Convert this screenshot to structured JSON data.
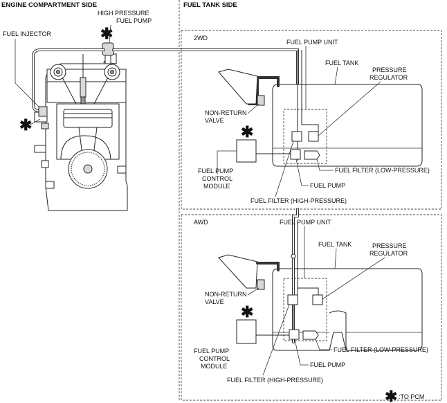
{
  "headers": {
    "engine_side": "ENGINE COMPARTMENT SIDE",
    "tank_side": "FUEL TANK SIDE"
  },
  "engine_labels": {
    "hp_pump_line1": "HIGH PRESSURE",
    "hp_pump_line2": "FUEL PUMP",
    "injector": "FUEL INJECTOR"
  },
  "panel_2wd": {
    "title": "2WD",
    "fuel_pump_unit": "FUEL PUMP UNIT",
    "fuel_tank": "FUEL TANK",
    "pressure_line1": "PRESSURE",
    "pressure_line2": "REGULATOR",
    "nrv_line1": "NON-RETURN",
    "nrv_line2": "VALVE",
    "ctrl_line1": "FUEL PUMP",
    "ctrl_line2": "CONTROL",
    "ctrl_line3": "MODULE",
    "filter_low": "FUEL FILTER (LOW-PRESSURE)",
    "fuel_pump": "FUEL PUMP",
    "filter_high": "FUEL FILTER (HIGH-PRESSURE)"
  },
  "panel_awd": {
    "title": "AWD",
    "fuel_pump_unit": "FUEL PUMP UNIT",
    "fuel_tank": "FUEL TANK",
    "pressure_line1": "PRESSURE",
    "pressure_line2": "REGULATOR",
    "nrv_line1": "NON-RETURN",
    "nrv_line2": "VALVE",
    "ctrl_line1": "FUEL PUMP",
    "ctrl_line2": "CONTROL",
    "ctrl_line3": "MODULE",
    "filter_low": "FUEL FILTER (LOW-PRESSURE)",
    "fuel_pump": "FUEL PUMP",
    "filter_high": "FUEL FILTER (HIGH-PRESSURE)"
  },
  "legend": {
    "symbol": "✱",
    "text": ":TO PCM"
  }
}
